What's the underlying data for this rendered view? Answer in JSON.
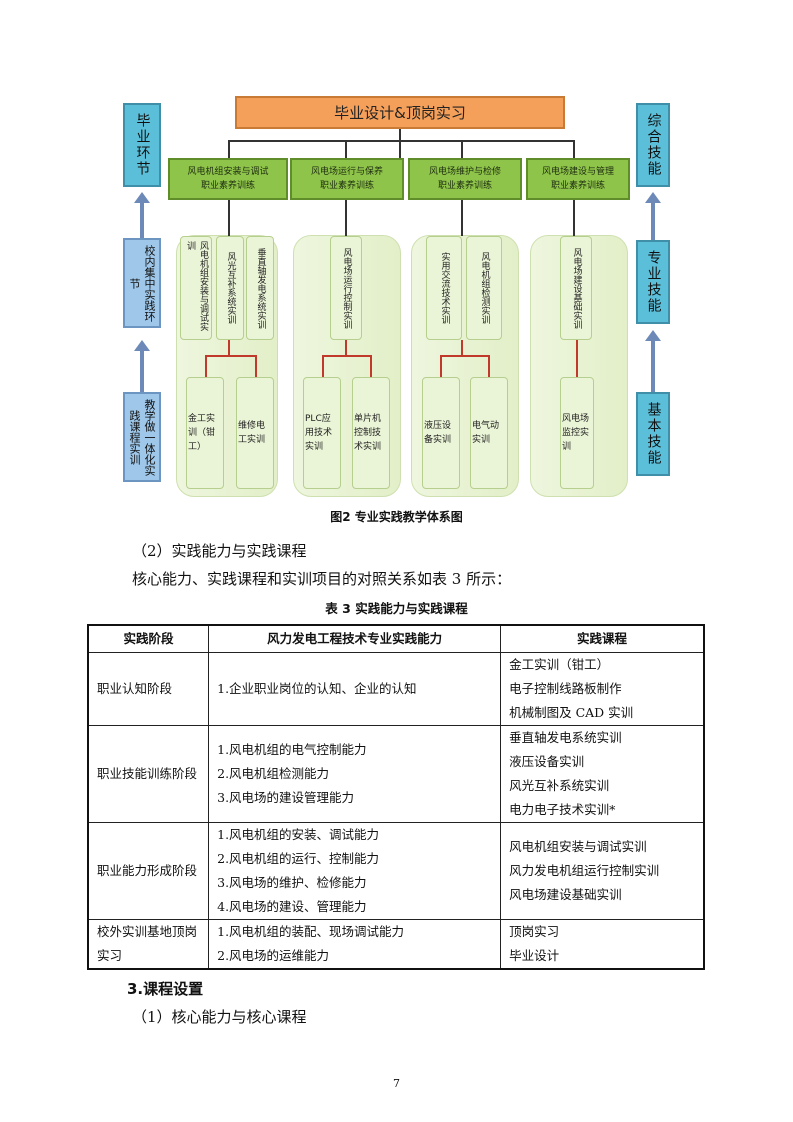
{
  "diagram": {
    "top": "毕业设计&顶岗实习",
    "left_side": [
      "毕业环节",
      "校内集中实践环节",
      "教学做一体化实践课程实训"
    ],
    "right_side": [
      "综合技能",
      "专业技能",
      "基本技能"
    ],
    "columns": [
      {
        "head": [
          "风电机组安装与调试",
          "职业素养训练"
        ],
        "upper": [
          "风电机组安装与调试实训",
          "风光互补系统实训",
          "垂直轴发电系统实训"
        ],
        "lower": [
          "金工实训（钳工）",
          "维修电工实训"
        ]
      },
      {
        "head": [
          "风电场运行与保养",
          "职业素养训练"
        ],
        "upper": [
          "风电场运行控制实训"
        ],
        "lower": [
          "PLC应用技术实训",
          "单片机控制技术实训"
        ]
      },
      {
        "head": [
          "风电场维护与检修",
          "职业素养训练"
        ],
        "upper": [
          "实用交流技术实训",
          "风电机组检测实训"
        ],
        "lower": [
          "液压设备实训",
          "电气动实训"
        ]
      },
      {
        "head": [
          "风电场建设与管理",
          "职业素养训练"
        ],
        "upper": [
          "风电场建设基础实训"
        ],
        "lower": [
          "风电场监控实训"
        ]
      }
    ],
    "caption": "图2  专业实践教学体系图"
  },
  "text": {
    "para1": "（2）实践能力与实践课程",
    "para2": "核心能力、实践课程和实训项目的对照关系如表 3 所示：",
    "table_title": "表 3   实践能力与实践课程",
    "section3": "3.课程设置",
    "para3": "（1）核心能力与核心课程",
    "page_number": "7"
  },
  "table": {
    "headers": [
      "实践阶段",
      "风力发电工程技术专业实践能力",
      "实践课程"
    ],
    "rows": [
      {
        "stage": "职业认知阶段",
        "abilities": [
          "1.企业职业岗位的认知、企业的认知"
        ],
        "courses": [
          "金工实训（钳工）",
          "电子控制线路板制作",
          "机械制图及 CAD 实训"
        ]
      },
      {
        "stage": "职业技能训练阶段",
        "abilities": [
          "1.风电机组的电气控制能力",
          "2.风电机组检测能力",
          "3.风电场的建设管理能力"
        ],
        "courses": [
          "垂直轴发电系统实训",
          "液压设备实训",
          "风光互补系统实训",
          "电力电子技术实训*"
        ]
      },
      {
        "stage": "职业能力形成阶段",
        "abilities": [
          "1.风电机组的安装、调试能力",
          "2.风电机组的运行、控制能力",
          "3.风电场的维护、检修能力",
          "4.风电场的建设、管理能力"
        ],
        "courses": [
          "风电机组安装与调试实训",
          "风力发电机组运行控制实训",
          "风电场建设基础实训"
        ]
      },
      {
        "stage": "校外实训基地顶岗实习",
        "abilities": [
          "1.风电机组的装配、现场调试能力",
          "2.风电场的运维能力"
        ],
        "courses": [
          "顶岗实习",
          "毕业设计"
        ]
      }
    ]
  }
}
